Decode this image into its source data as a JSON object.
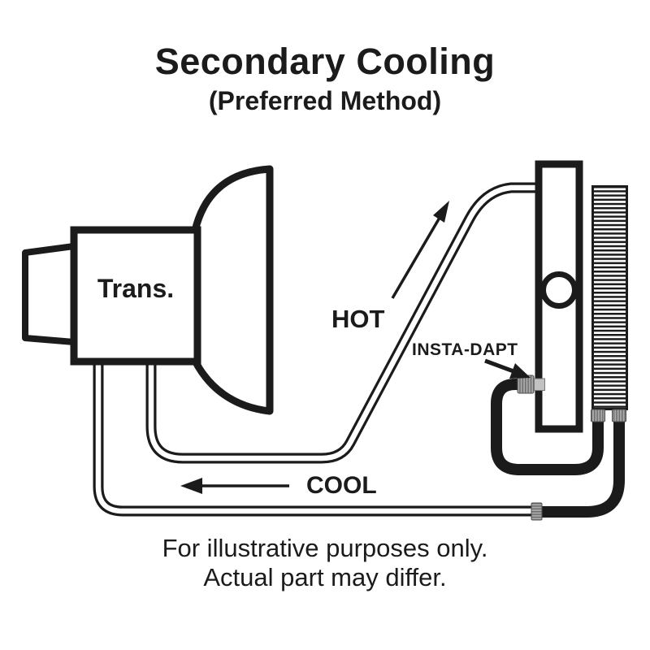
{
  "header": {
    "title": "Secondary Cooling",
    "subtitle": "(Preferred Method)"
  },
  "diagram": {
    "labels": {
      "transmission": "Trans.",
      "hot_line": "HOT",
      "cool_line": "COOL",
      "adapter": "INSTA-DAPT"
    },
    "components": [
      "transmission-tail-shaft",
      "transmission-body",
      "bell-housing",
      "hot-line-tube",
      "cool-line-tube",
      "radiator-end-tank",
      "radiator-filler-neck",
      "secondary-cooler-fins",
      "insta-dapt-fitting",
      "hose-coupler",
      "connector-hose-u",
      "connector-hose-return"
    ],
    "arrows": [
      {
        "name": "hot-flow-arrow",
        "direction": "up-right"
      },
      {
        "name": "cool-flow-arrow",
        "direction": "left"
      },
      {
        "name": "adapter-pointer-arrow",
        "direction": "down-right"
      }
    ],
    "colors": {
      "ink": "#1b1b1b",
      "background": "#ffffff",
      "fitting_gray": "#a8a8a8",
      "fitting_light": "#c2c2c2",
      "fitting_rib": "#6e6e6e"
    }
  },
  "footer": {
    "line1": "For illustrative purposes only.",
    "line2": "Actual part may differ."
  }
}
